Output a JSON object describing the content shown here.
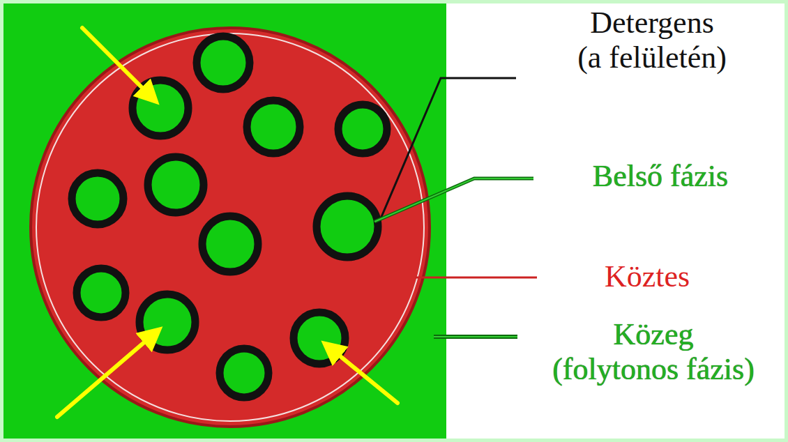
{
  "diagram": {
    "labels": [
      "Detergens (a felületén)",
      "Belső fázis",
      "Köztes",
      "Közeg (folytonos fázis)"
    ]
  }
}
